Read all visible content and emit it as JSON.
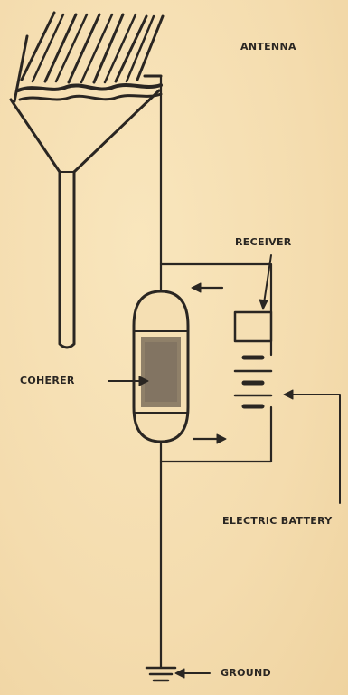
{
  "labels": {
    "antenna": "ANTENNA",
    "receiver": "RECEIVER",
    "coherer": "COHERER",
    "battery": "ELECTRIC BATTERY",
    "ground": "GROUND"
  },
  "colors": {
    "ink": "#2a2622",
    "paper": "#f6e1b6"
  }
}
